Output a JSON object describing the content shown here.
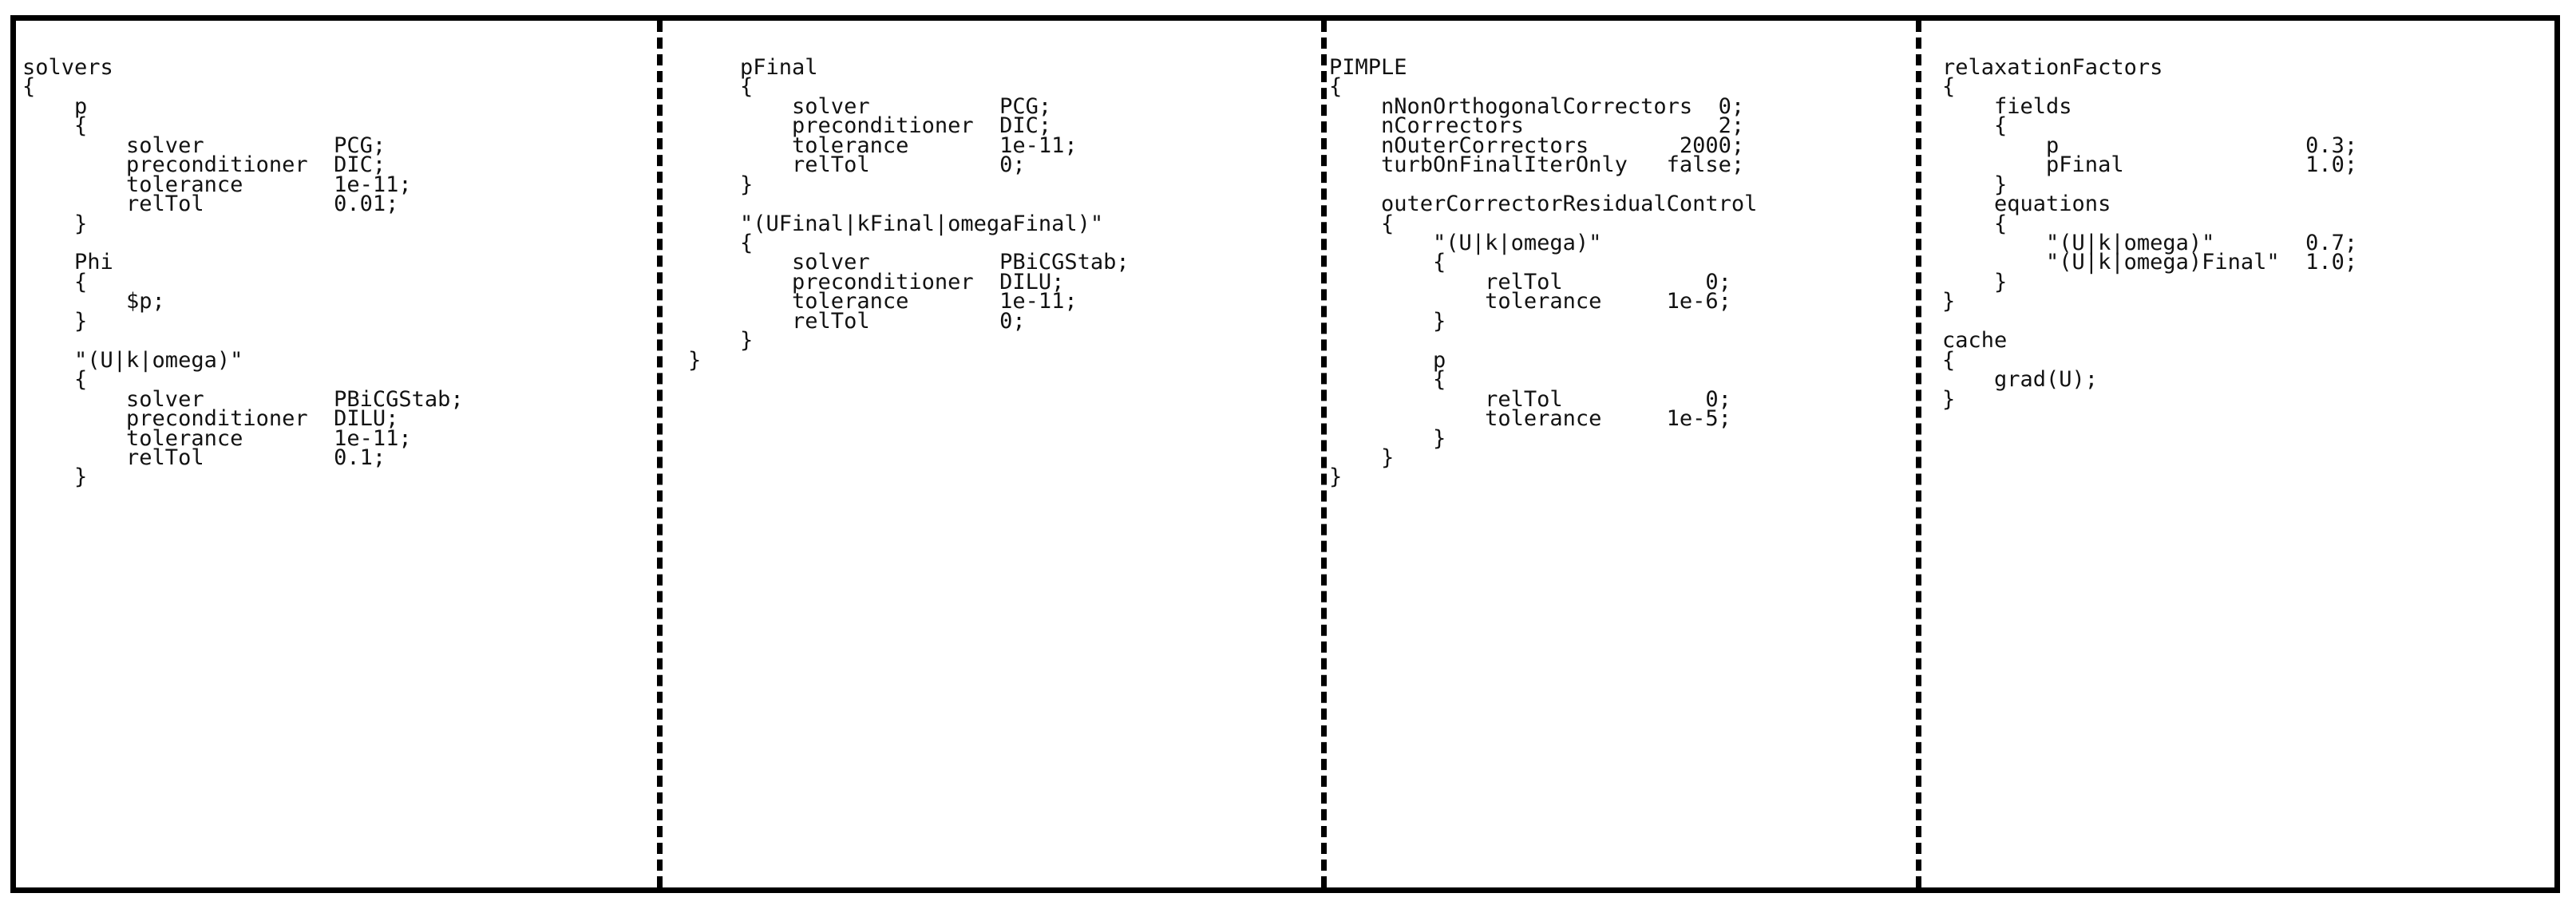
{
  "document": {
    "kind": "openfoam-fvsolution-dictionary",
    "frame_color": "#000000",
    "text_color": "#121212",
    "background_color": "#ffffff",
    "divider_style": "dashed-vertical"
  },
  "columns": [
    {
      "id": "solvers",
      "heading": "solvers",
      "text": "solvers\n{\n    p\n    {\n        solver          PCG;\n        preconditioner  DIC;\n        tolerance       1e-11;\n        relTol          0.01;\n    }\n\n    Phi\n    {\n        $p;\n    }\n\n    \"(U|k|omega)\"\n    {\n        solver          PBiCGStab;\n        preconditioner  DILU;\n        tolerance       1e-11;\n        relTol          0.1;\n    }"
    },
    {
      "id": "pfinal",
      "heading": "pFinal",
      "text": "    pFinal\n    {\n        solver          PCG;\n        preconditioner  DIC;\n        tolerance       1e-11;\n        relTol          0;\n    }\n\n    \"(UFinal|kFinal|omegaFinal)\"\n    {\n        solver          PBiCGStab;\n        preconditioner  DILU;\n        tolerance       1e-11;\n        relTol          0;\n    }\n}"
    },
    {
      "id": "pimple",
      "heading": "PIMPLE",
      "text": "PIMPLE\n{\n    nNonOrthogonalCorrectors  0;\n    nCorrectors               2;\n    nOuterCorrectors       2000;\n    turbOnFinalIterOnly   false;\n\n    outerCorrectorResidualControl\n    {\n        \"(U|k|omega)\"\n        {\n            relTol           0;\n            tolerance     1e-6;\n        }\n\n        p\n        {\n            relTol           0;\n            tolerance     1e-5;\n        }\n    }\n}"
    },
    {
      "id": "relaxation",
      "heading": "relaxationFactors",
      "text": "relaxationFactors\n{\n    fields\n    {\n        p                   0.3;\n        pFinal              1.0;\n    }\n    equations\n    {\n        \"(U|k|omega)\"       0.7;\n        \"(U|k|omega)Final\"  1.0;\n    }\n}\n\ncache\n{\n    grad(U);\n}"
    }
  ],
  "entries": {
    "solvers": {
      "p": {
        "solver": "PCG",
        "preconditioner": "DIC",
        "tolerance": "1e-11",
        "relTol": "0.01"
      },
      "Phi": {
        "macro": "$p;"
      },
      "U_k_omega": {
        "key": "\"(U|k|omega)\"",
        "solver": "PBiCGStab",
        "preconditioner": "DILU",
        "tolerance": "1e-11",
        "relTol": "0.1"
      },
      "pFinal": {
        "solver": "PCG",
        "preconditioner": "DIC",
        "tolerance": "1e-11",
        "relTol": "0"
      },
      "UFinal_kFinal_omegaFinal": {
        "key": "\"(UFinal|kFinal|omegaFinal)\"",
        "solver": "PBiCGStab",
        "preconditioner": "DILU",
        "tolerance": "1e-11",
        "relTol": "0"
      }
    },
    "PIMPLE": {
      "nNonOrthogonalCorrectors": "0",
      "nCorrectors": "2",
      "nOuterCorrectors": "2000",
      "turbOnFinalIterOnly": "false",
      "outerCorrectorResidualControl": {
        "U_k_omega": {
          "relTol": "0",
          "tolerance": "1e-6"
        },
        "p": {
          "relTol": "0",
          "tolerance": "1e-5"
        }
      }
    },
    "relaxationFactors": {
      "fields": {
        "p": "0.3",
        "pFinal": "1.0"
      },
      "equations": {
        "U_k_omega": "0.7",
        "U_k_omega_Final": "1.0"
      }
    },
    "cache": {
      "entry": "grad(U);"
    }
  }
}
